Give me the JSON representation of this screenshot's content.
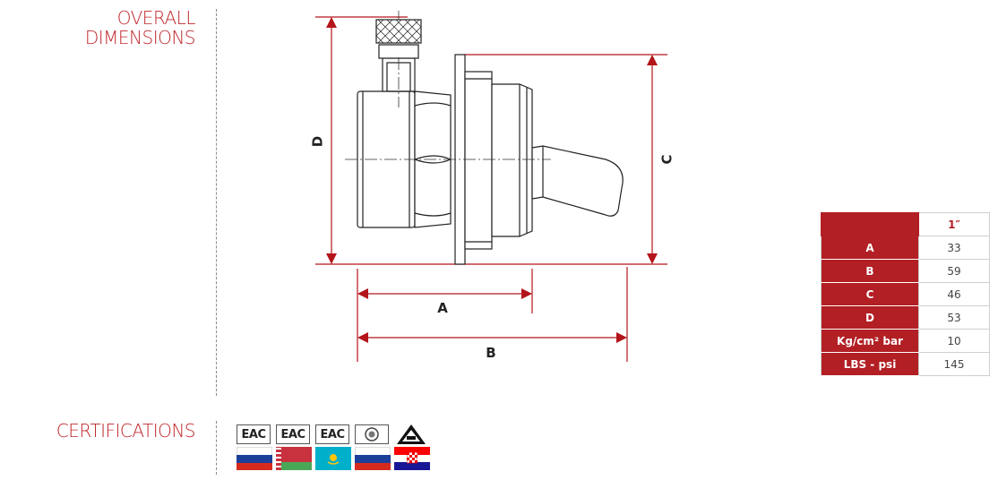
{
  "headings": {
    "overall": "OVERALL\nDIMENSIONS",
    "certifications": "CERTIFICATIONS"
  },
  "dimension_labels": {
    "a": "A",
    "b": "B",
    "c": "C",
    "d": "D"
  },
  "table": {
    "header": "1″",
    "rows": [
      {
        "label": "A",
        "value": "33"
      },
      {
        "label": "B",
        "value": "59"
      },
      {
        "label": "C",
        "value": "46"
      },
      {
        "label": "D",
        "value": "53"
      },
      {
        "label": "Kg/cm² bar",
        "value": "10"
      },
      {
        "label": "LBS - psi",
        "value": "145"
      }
    ]
  },
  "certifications": {
    "marks": [
      "EAC",
      "EAC",
      "EAC"
    ],
    "colors": {
      "accent": "#b21f24",
      "heading": "#c0272d",
      "drawing_red": "#b3151b"
    }
  }
}
